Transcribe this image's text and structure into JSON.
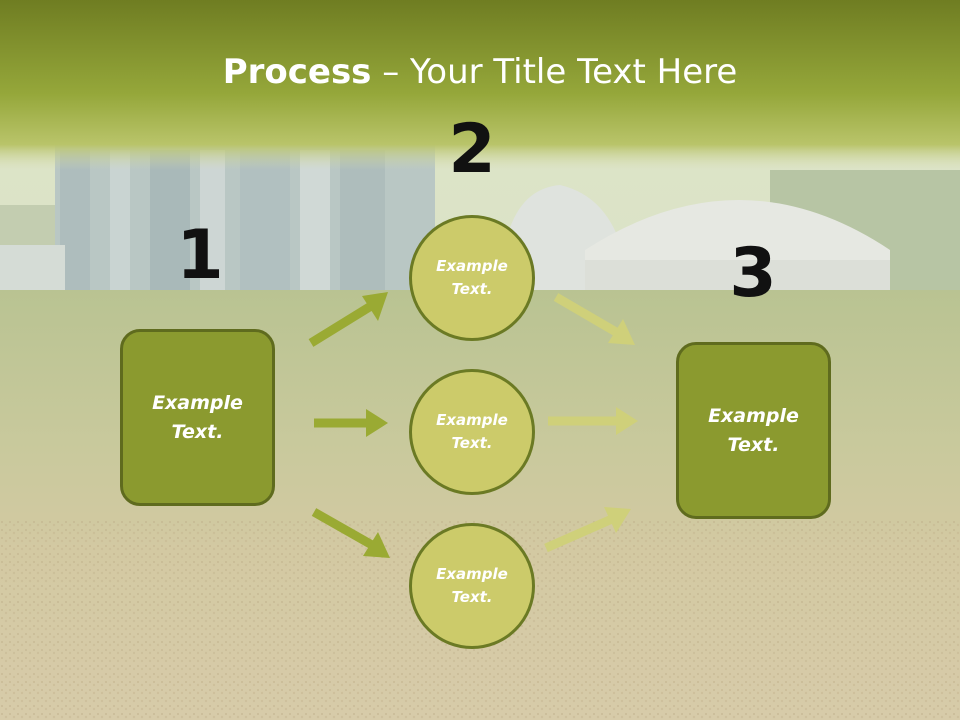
{
  "title": {
    "bold": "Process",
    "rest": " – Your Title Text Here"
  },
  "colors": {
    "title_band": "#8fa12e",
    "box_fill": "#8b9a2f",
    "circle_fill": "#cccb6a",
    "arrow_dark": "#9aaa33",
    "arrow_light": "#cfd07a"
  },
  "steps": [
    {
      "number": "1",
      "label": "Example\nText."
    },
    {
      "number": "2",
      "label": "Example\nText."
    },
    {
      "number": "3",
      "label": "Example\nText."
    }
  ],
  "circles": [
    {
      "label": "Example\nText."
    },
    {
      "label": "Example\nText."
    },
    {
      "label": "Example\nText."
    }
  ]
}
